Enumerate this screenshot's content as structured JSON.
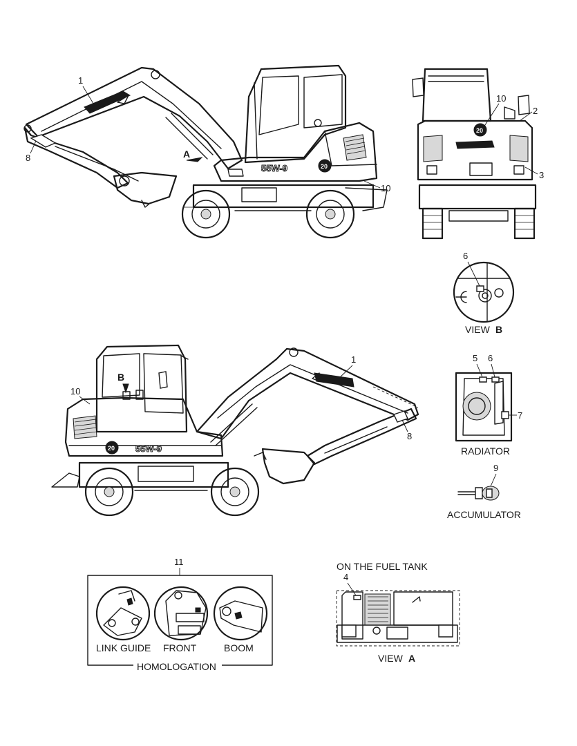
{
  "callouts": {
    "c1_top": "1",
    "c8_top": "8",
    "c10_side": "10",
    "c10_rear": "10",
    "c2": "2",
    "c3": "3",
    "c6_viewb": "6",
    "c1_bottom": "1",
    "c10_bottom": "10",
    "c8_bottom": "8",
    "c5": "5",
    "c6_rad": "6",
    "c7": "7",
    "c9": "9",
    "c11": "11",
    "c4": "4"
  },
  "markers": {
    "view_a_marker": "A",
    "view_b_marker": "B"
  },
  "captions": {
    "view_word": "VIEW",
    "view_b_letter": "B",
    "view_a_letter": "A",
    "radiator": "RADIATOR",
    "accumulator": "ACCUMULATOR",
    "fuel_tank": "ON THE FUEL TANK",
    "link_guide": "LINK GUIDE",
    "front": "FRONT",
    "boom": "BOOM",
    "homologation": "HOMOLOGATION"
  },
  "decals": {
    "model_top": "55W-9",
    "model_bottom": "55W-9",
    "badge_top": "20",
    "badge_rear": "20",
    "badge_bottom": "20"
  },
  "colors": {
    "line": "#1a1a1a",
    "background": "#ffffff",
    "shade": "#d8d8d8"
  }
}
